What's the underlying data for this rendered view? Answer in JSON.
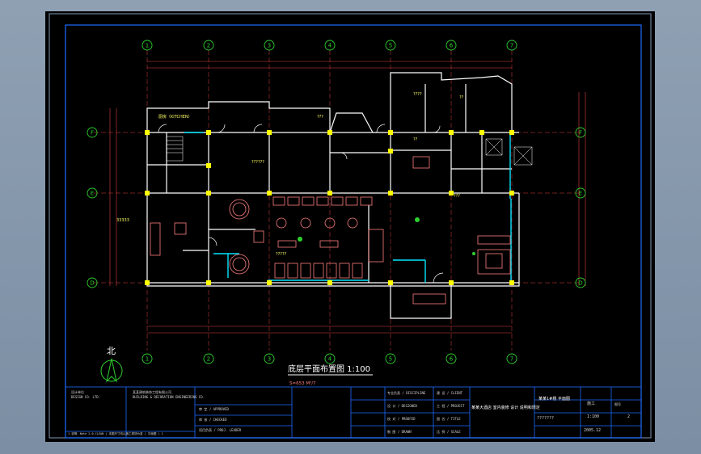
{
  "colors": {
    "background": "#000000",
    "frame": "#ffffff",
    "axis_bubble": "#2fd02f",
    "wall": "#ffffff",
    "column": "#ffff00",
    "furniture": "#ff7f7f",
    "window": "#00e5ff",
    "dimension": "#e04040",
    "room_label": "#ffff66",
    "title_block_line": "#1e6cff"
  },
  "axes_top": [
    "1",
    "2",
    "3",
    "4",
    "5",
    "6",
    "7"
  ],
  "axes_bottom": [
    "1",
    "2",
    "3",
    "4",
    "5",
    "6",
    "7"
  ],
  "axes_left": [
    "F",
    "E",
    "D"
  ],
  "axes_right": [
    "F",
    "E",
    "D"
  ],
  "north_label": "北",
  "drawing_title": "底层平面布置图 1:100",
  "drawing_subtitle": "S=653 M²/7",
  "room_labels": {
    "kitchen": "厨房（KITCHEN）",
    "hall": "??????",
    "stair_note": "???",
    "store": "????",
    "office": "??",
    "lobby": "??",
    "room_a": "?????",
    "room_b": "???",
    "table_label": "33333"
  },
  "title_block": {
    "company": "设计单位",
    "company_sub": "DESIGN CO. LTD.",
    "project_desc": "某某建筑装饰工程有限公司",
    "project_desc_sub": "BUILDING & DECORATION ENGINEERING CO.",
    "rows_left": [
      "审 定 / APPROVED",
      "审 核 / CHECKED",
      "项目负责 / PROJ. LEADER"
    ],
    "rows_mid": [
      "专业负责 / DISCIPLINE",
      "设 计 / DESIGNED",
      "校 对 / PROOFED",
      "制 图 / DRAWN"
    ],
    "rows_right": [
      "建 设 / CLIENT",
      "工 程 / PROJECT",
      "图 名 / TITLE",
      "比 例 / SCALE"
    ],
    "project_name": "某某大酒店 室内装修 设计 说明和规定",
    "drawing_name": "某某1#楼 平面图",
    "stage_label": "施工",
    "scale": "1:100",
    "sheet": "2",
    "drawing_no": "???????",
    "date": "2005.12",
    "sheet_no_label": "图号",
    "footer_note": "1 说明：Note 2.0.CLEAN | 本图尺寸均以施工现场为准 | 平面图 | 1"
  }
}
